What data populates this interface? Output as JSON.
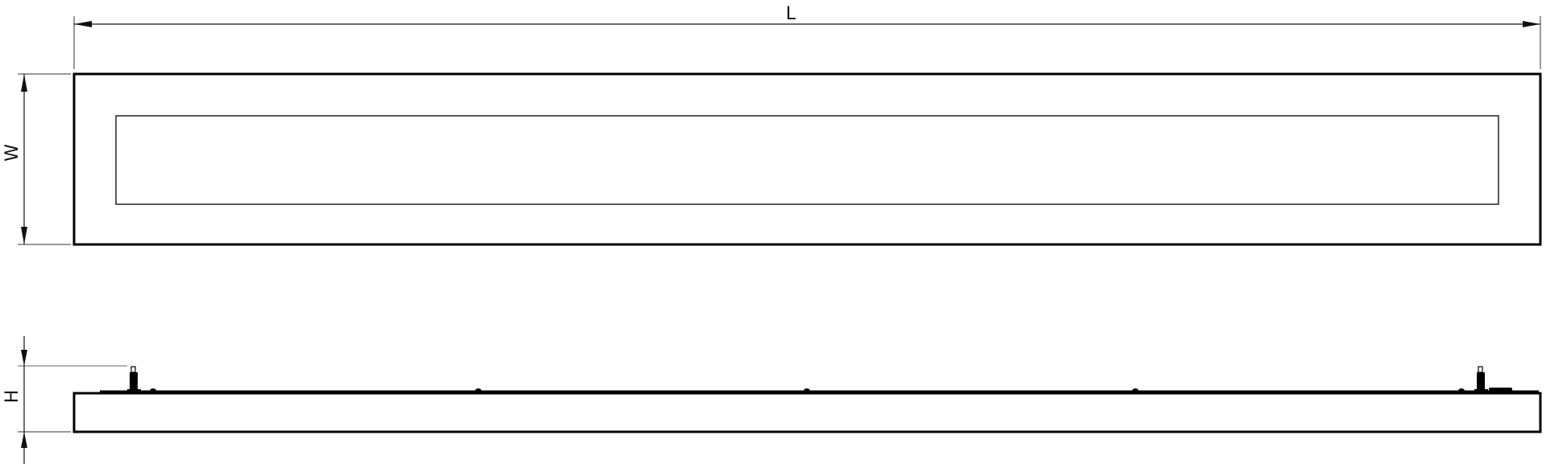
{
  "drawing": {
    "dimensions": {
      "length_label": "L",
      "width_label": "W",
      "height_label": "H"
    },
    "views": [
      "top-view",
      "side-view"
    ],
    "line_color": "#000000"
  }
}
